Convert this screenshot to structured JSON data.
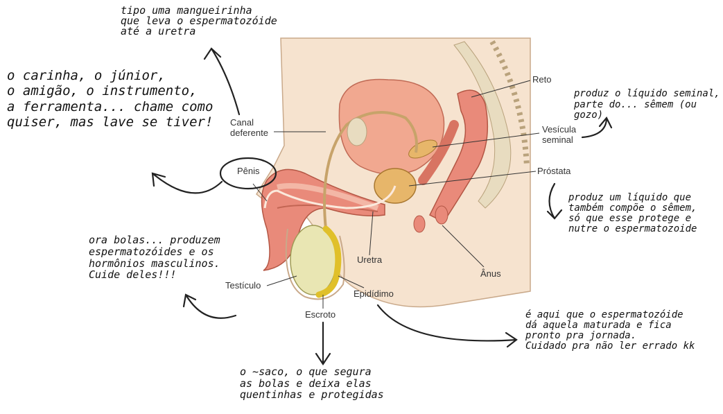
{
  "labels": {
    "canal": "Canal\ndeferente",
    "penis": "Pênis",
    "testiculo": "Testículo",
    "escroto": "Escroto",
    "epididimo": "Epidídimo",
    "uretra": "Uretra",
    "anus": "Ânus",
    "reto": "Reto",
    "vesicula": "Vesícula\nseminal",
    "prostata": "Próstata"
  },
  "notes": {
    "canal": "tipo uma mangueirinha\nque leva o espermatozóide\naté a uretra",
    "penis": "o carinha, o júnior,\no amigão, o instrumento,\na ferramenta... chame como\nquiser, mas lave se tiver!",
    "testiculo": "ora bolas... produzem\nespermatozóides e os\nhormônios masculinos.\nCuide deles!!!",
    "escroto": "o ~saco, o que segura\nas bolas e deixa elas\nquentinhas e protegidas",
    "epididimo": "é aqui que o espermatozóide\ndá aquela maturada e fica\npronto pra jornada.\nCuidado pra não ler errado kk",
    "vesicula": "produz o líquido seminal,\nparte do... sêmem (ou gozo)",
    "prostata": "produz um líquido que\ntambém compõe o sêmem,\nsó que esse protege e\nnutre o espermatozoide"
  },
  "colors": {
    "skin": "#f6e3cf",
    "flesh": "#e98a7a",
    "bladder": "#f1a890",
    "testis": "#e9e6b3",
    "prostate": "#e7b66a",
    "bone": "#e8dcc0",
    "line": "#333333"
  }
}
